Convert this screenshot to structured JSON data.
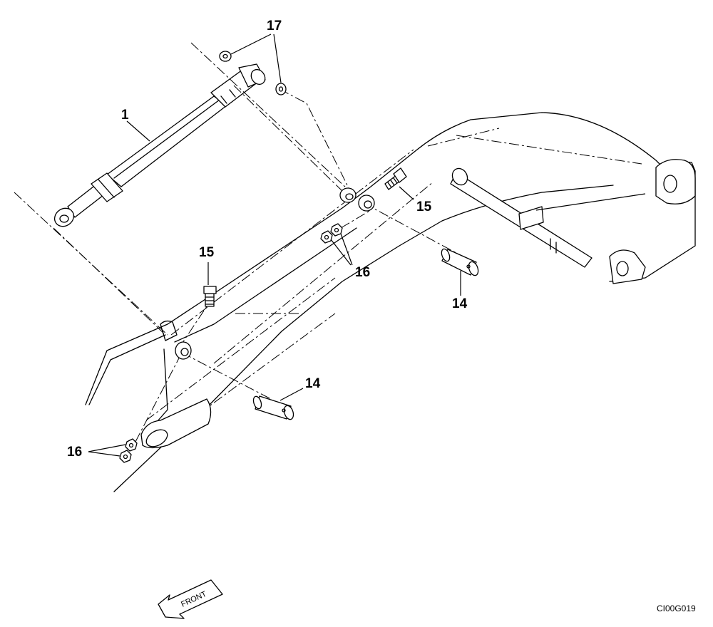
{
  "callouts": [
    {
      "id": "c17",
      "text": "17",
      "icon": "washer-icon"
    },
    {
      "id": "c1",
      "text": "1",
      "icon": "hydraulic-cylinder-icon"
    },
    {
      "id": "c15a",
      "text": "15",
      "icon": "bolt-icon"
    },
    {
      "id": "c15b",
      "text": "15",
      "icon": "bolt-icon"
    },
    {
      "id": "c16a",
      "text": "16",
      "icon": "nut-icon"
    },
    {
      "id": "c16b",
      "text": "16",
      "icon": "nut-icon"
    },
    {
      "id": "c14a",
      "text": "14",
      "icon": "pin-icon"
    },
    {
      "id": "c14b",
      "text": "14",
      "icon": "pin-icon"
    }
  ],
  "front_label": "FRONT",
  "drawing_code": "CI00G019",
  "colors": {
    "line": "#000000",
    "background": "#ffffff"
  }
}
